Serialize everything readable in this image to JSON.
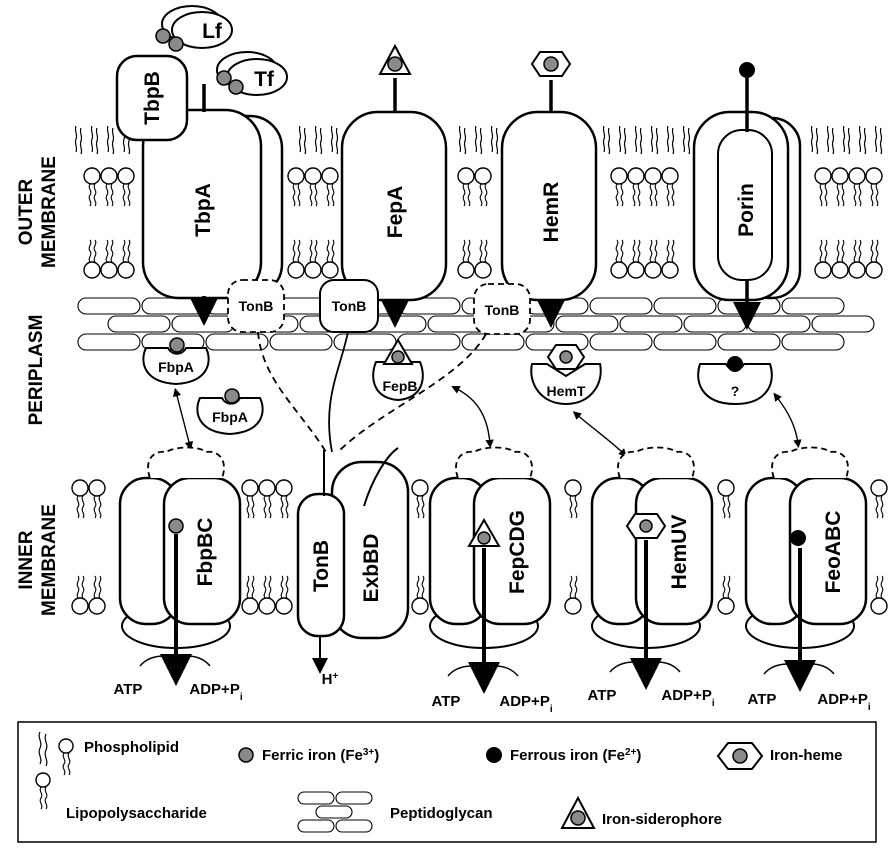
{
  "regions": {
    "outer_1": "OUTER",
    "outer_2": "MEMBRANE",
    "periplasm": "PERIPLASM",
    "inner_1": "INNER",
    "inner_2": "MEMBRANE"
  },
  "outer_proteins": {
    "tbpb": "TbpB",
    "tbpa": "TbpA",
    "fepa": "FepA",
    "hemr": "HemR",
    "porin": "Porin"
  },
  "ligands": {
    "lf": "Lf",
    "tf": "Tf"
  },
  "periplasm_proteins": {
    "tonb_1": "TonB",
    "tonb_2": "TonB",
    "tonb_3": "TonB",
    "fbpa_1": "FbpA",
    "fbpa_2": "FbpA",
    "fepb": "FepB",
    "hemt": "HemT",
    "unknown": "?"
  },
  "inner_proteins": {
    "fbpbc": "FbpBC",
    "tonb": "TonB",
    "exbbd": "ExbBD",
    "fepcdg": "FepCDG",
    "hemuv": "HemUV",
    "feoabc": "FeoABC"
  },
  "energy": {
    "atp": "ATP",
    "adp": "ADP+P",
    "pi_sub": "i",
    "proton": "H",
    "proton_sup": "+"
  },
  "legend": {
    "phospholipid": "Phospholipid",
    "ferric_main": "Ferric iron (Fe",
    "ferric_sup": "3+",
    "ferric_close": ")",
    "ferrous_main": "Ferrous iron (Fe",
    "ferrous_sup": "2+",
    "ferrous_close": ")",
    "iron_heme": "Iron-heme",
    "lps": "Lipopolysaccharide",
    "peptidoglycan": "Peptidoglycan",
    "siderophore": "Iron-siderophore"
  },
  "colors": {
    "ferric": "#8a8a8a",
    "ferrous": "#000000",
    "line": "#000000",
    "fill": "#ffffff"
  }
}
